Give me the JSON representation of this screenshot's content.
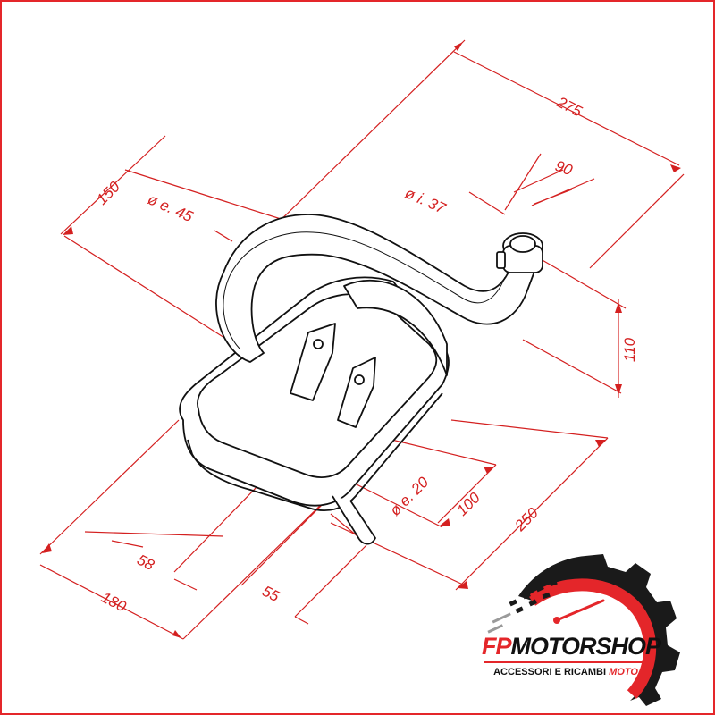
{
  "dimensions": {
    "d275": "275",
    "d90": "90",
    "d150": "150",
    "d_inner37": "ø i. 37",
    "d_outer45": "ø e. 45",
    "d110": "110",
    "d_outer20": "ø e. 20",
    "d100": "100",
    "d250": "250",
    "d58": "58",
    "d55": "55",
    "d180": "180"
  },
  "logo": {
    "brand_fp": "FP",
    "brand_rest": "MOTORSHOP",
    "tagline": "ACCESSORI E RICAMBI",
    "tagline_accent": "MOTO"
  },
  "colors": {
    "dimension": "#d42020",
    "outline": "#111111",
    "brand_red": "#e4262a"
  }
}
